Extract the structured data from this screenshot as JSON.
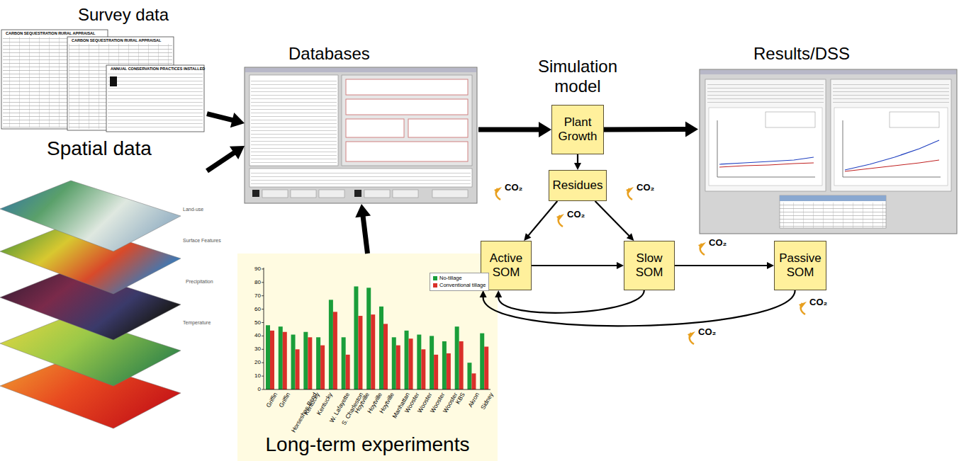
{
  "diagram": {
    "nodes": [
      {
        "text": [
          "Survey data"
        ]
      },
      {
        "text": [
          "Spatial data"
        ]
      },
      {
        "text": [
          "Databases"
        ]
      },
      {
        "text": [
          "Plant Growth"
        ]
      },
      {
        "text": [
          "Residues"
        ]
      },
      {
        "text": [
          "Active SOM"
        ]
      },
      {
        "text": [
          "Slow SOM"
        ]
      },
      {
        "text": [
          "Passive SOM"
        ]
      },
      {
        "text": [
          "Results/DSS"
        ]
      },
      {
        "text": [
          "Long-term experiments"
        ]
      }
    ],
    "edges": [
      {
        "from": 0,
        "to": 2,
        "arrow": "to"
      },
      {
        "from": 1,
        "to": 2,
        "arrow": "to"
      },
      {
        "from": 9,
        "to": 2,
        "arrow": "to"
      },
      {
        "from": 2,
        "to": 3,
        "arrow": "to"
      },
      {
        "from": 3,
        "to": 8,
        "arrow": "to"
      },
      {
        "from": 3,
        "to": 4,
        "arrow": "to"
      },
      {
        "from": 4,
        "to": 5,
        "arrow": "to"
      },
      {
        "from": 4,
        "to": 6,
        "arrow": "to"
      },
      {
        "from": 5,
        "to": 6,
        "arrow": "to"
      },
      {
        "from": 6,
        "to": 7,
        "arrow": "to"
      },
      {
        "from": 6,
        "to": 5,
        "arrow": "to"
      },
      {
        "from": 7,
        "to": 5,
        "arrow": "to"
      }
    ],
    "labels": [
      "Simulation model",
      "CARBON SEQUESTRATION RURAL APPRAISAL",
      "CARBON SEQUESTRATION RURAL APPRAISAL",
      "ANNUAL CONSERVATION PRACTICES INSTALLED",
      "Land-use",
      "Surface Features",
      "Precipitation",
      "Temperature",
      "0",
      "10",
      "20",
      "30",
      "40",
      "50",
      "60",
      "70",
      "80",
      "90",
      "Griffin",
      "Griffin",
      "Horseshoe Bend",
      "Kentucky",
      "Kentucky",
      "W. Lafayette",
      "S. Charleston",
      "Hoytville",
      "Hoytville",
      "Hoytville",
      "Manhattan",
      "Wooster",
      "Wooster",
      "Wooster",
      "Wooster",
      "KBS",
      "Akron",
      "Sidney",
      "CO₂",
      "CO₂",
      "CO₂",
      "CO₂",
      "CO₂",
      "CO₂"
    ],
    "legend": [
      {
        "text": "No-tillage",
        "color": "#1a9e3a"
      },
      {
        "text": "Conventional tillage",
        "color": "#d9302a"
      }
    ]
  }
}
